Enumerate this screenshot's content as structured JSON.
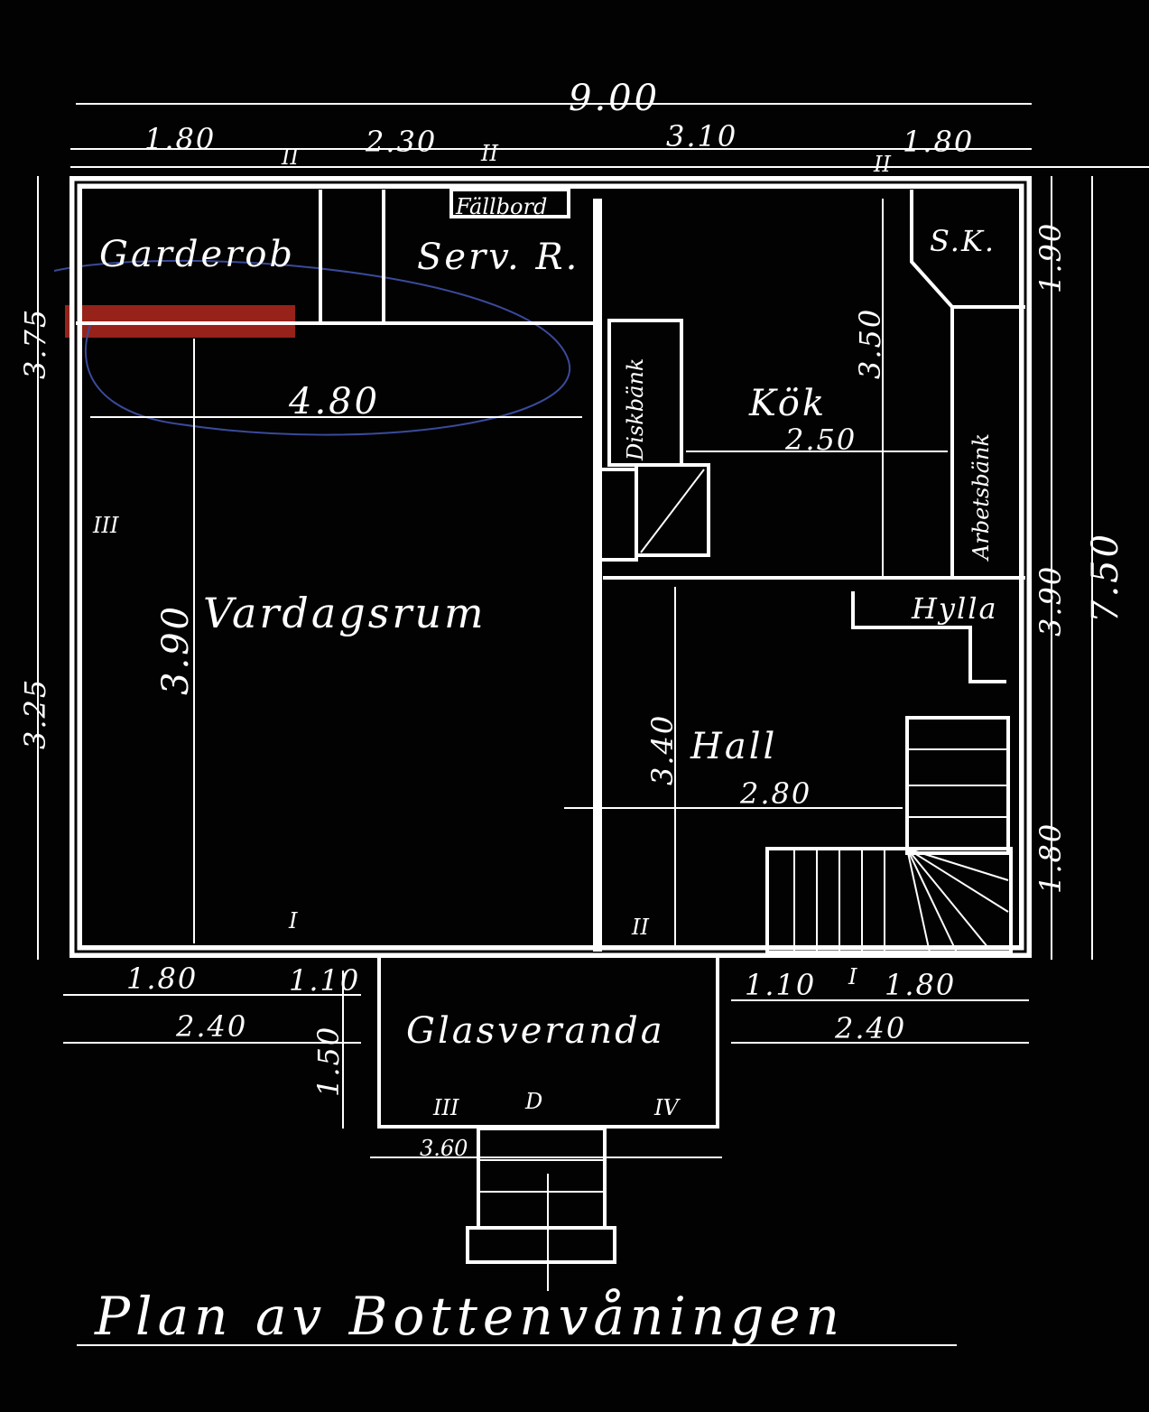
{
  "title": "Plan av Bottenvåningen",
  "colors": {
    "background": "#020202",
    "lines": "#ffffff",
    "highlight": "#b0281e"
  },
  "rooms": {
    "garderob": "Garderob",
    "serv": "Serv. R.",
    "fallbord": "Fällbord",
    "kok": "Kök",
    "sk": "S.K.",
    "diskbank": "Diskbänk",
    "arbetsbank": "Arbetsbänk",
    "vardagsrum": "Vardagsrum",
    "hylla": "Hylla",
    "hall": "Hall",
    "glasveranda": "Glasveranda"
  },
  "dimensions": {
    "total_width": "9.00",
    "top": [
      "1.80",
      "2.30",
      "3.10",
      "1.80"
    ],
    "vardagsrum_width": "4.80",
    "vardagsrum_depth": "3.90",
    "left": [
      "3.75",
      "3.25"
    ],
    "kok_depth": "3.50",
    "kok_width": "2.50",
    "right": [
      "1.90",
      "3.90",
      "1.80"
    ],
    "total_depth": "7.50",
    "hall_depth": "3.40",
    "hall_width": "2.80",
    "bottom_left": [
      "1.80",
      "1.10",
      "2.40"
    ],
    "bottom_right": [
      "1.10",
      "1.80",
      "2.40"
    ],
    "veranda_depth": "1.50",
    "veranda_width": "3.60"
  },
  "window_marks": {
    "ii": "II",
    "iii": "III",
    "i": "I",
    "iv": "IV",
    "d": "D"
  }
}
